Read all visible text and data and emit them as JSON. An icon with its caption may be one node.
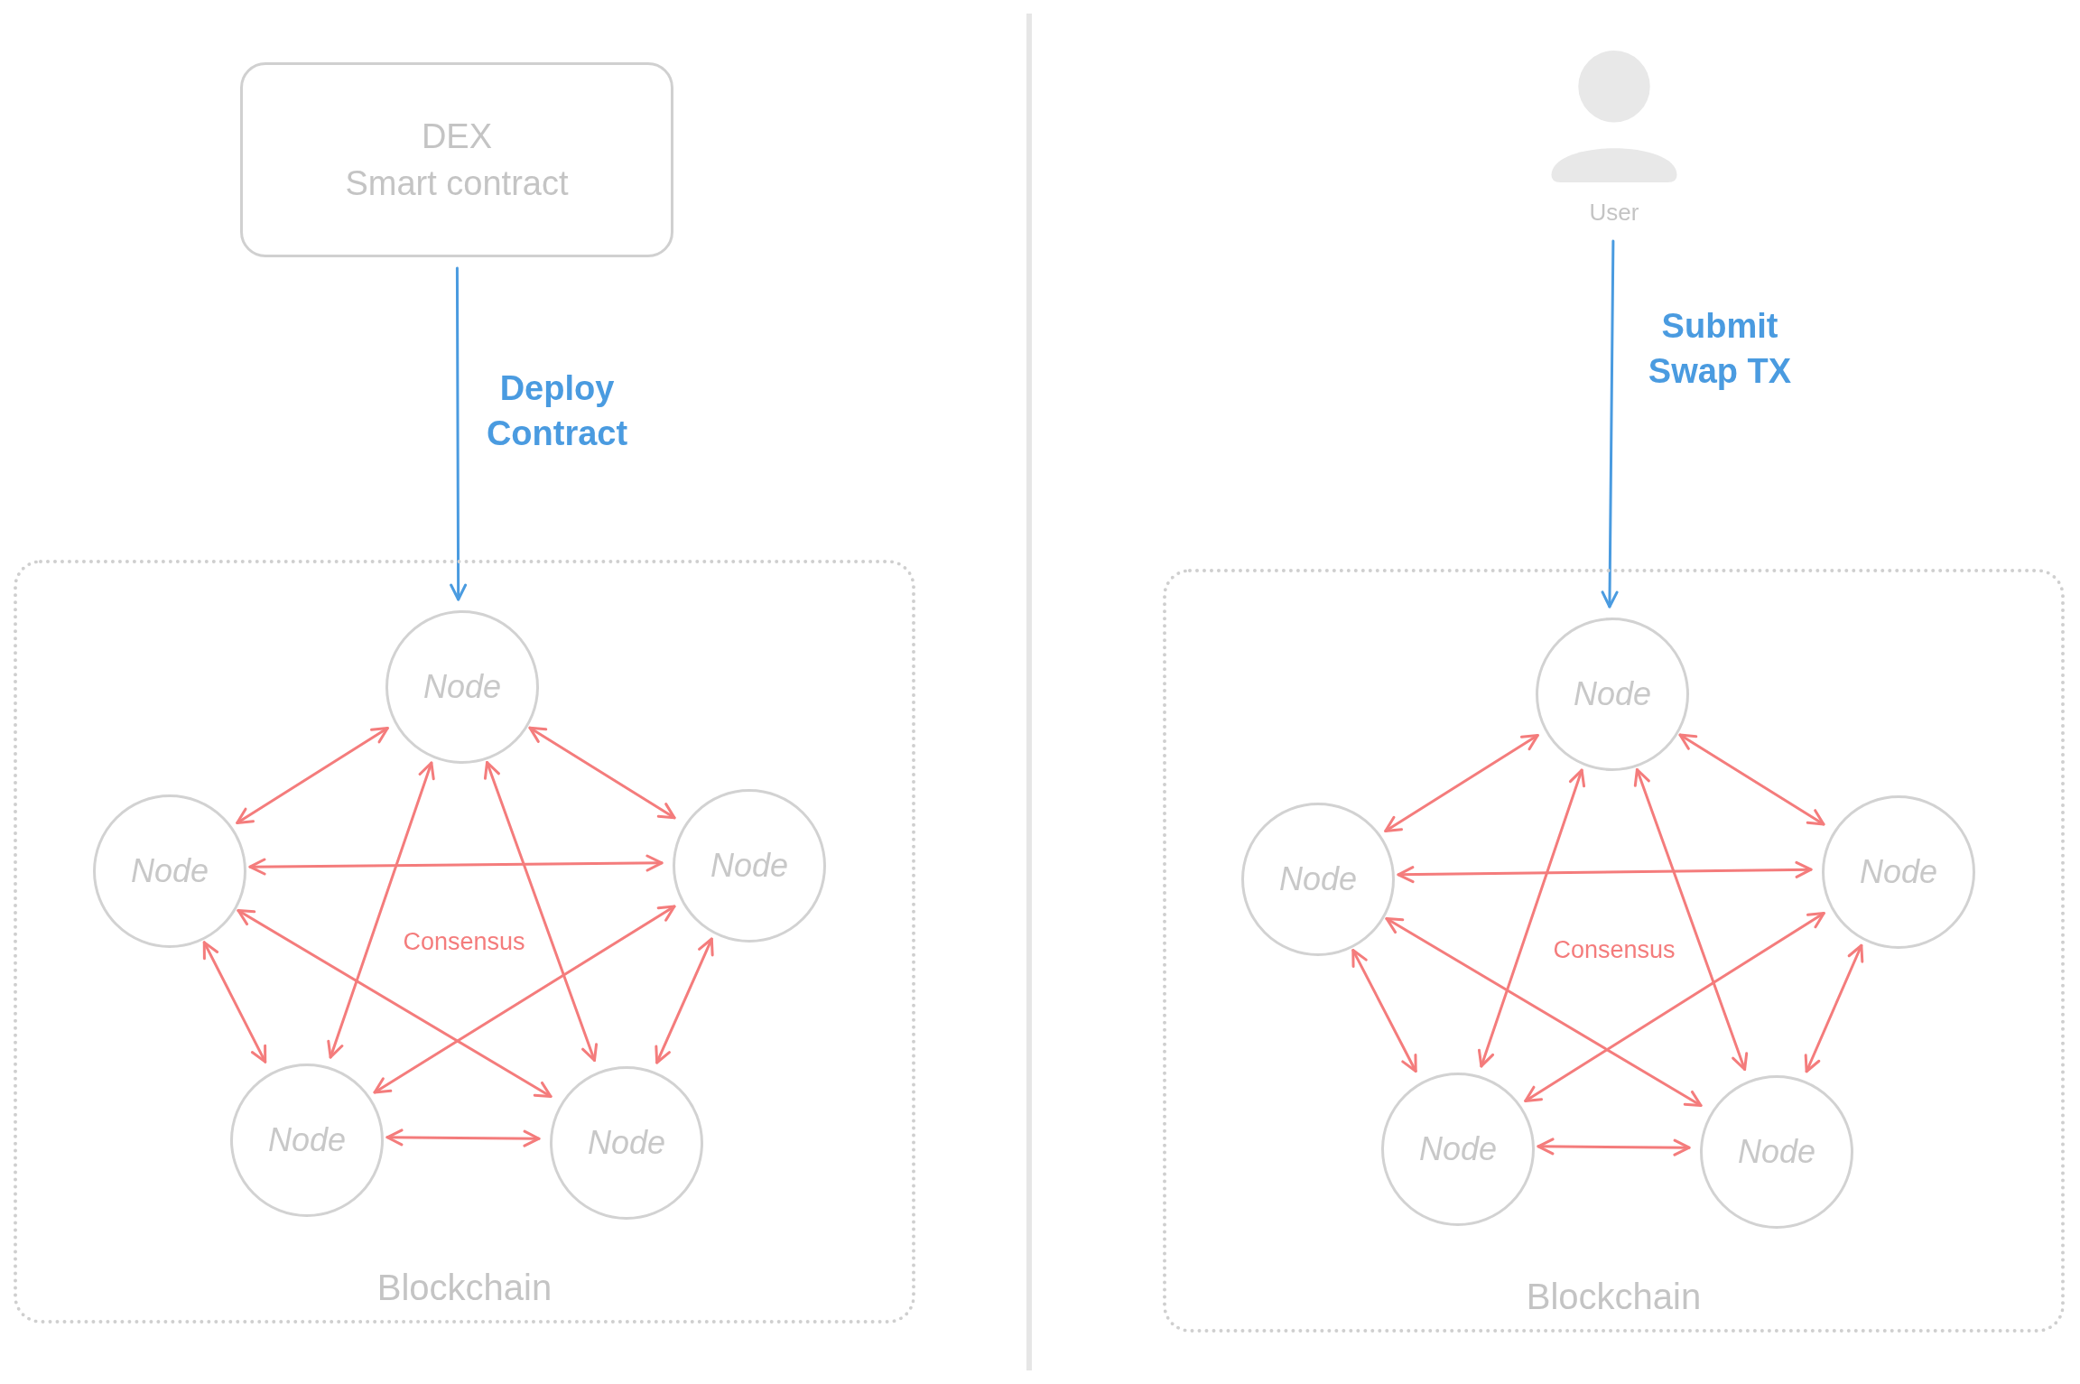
{
  "diagram": {
    "nodes": [
      {
        "text": [
          "DEX",
          "Smart contract"
        ]
      },
      {
        "text": [
          "Blockchain"
        ]
      },
      {
        "text": [
          "Node"
        ],
        "in": 1
      },
      {
        "text": [
          "Node"
        ],
        "in": 1
      },
      {
        "text": [
          "Node"
        ],
        "in": 1
      },
      {
        "text": [
          "Node"
        ],
        "in": 1
      },
      {
        "text": [
          "Node"
        ],
        "in": 1
      },
      {
        "text": [
          "User"
        ]
      },
      {
        "text": [
          "Blockchain"
        ]
      },
      {
        "text": [
          "Node"
        ],
        "in": 8
      },
      {
        "text": [
          "Node"
        ],
        "in": 8
      },
      {
        "text": [
          "Node"
        ],
        "in": 8
      },
      {
        "text": [
          "Node"
        ],
        "in": 8
      },
      {
        "text": [
          "Node"
        ],
        "in": 8
      }
    ],
    "edges": [
      {
        "from": 0,
        "to": 2,
        "arrow": "to",
        "label": "Deploy Contract",
        "color": "#4a9be0"
      },
      {
        "from": 2,
        "to": 3,
        "arrow": "both"
      },
      {
        "from": 2,
        "to": 4,
        "arrow": "both"
      },
      {
        "from": 2,
        "to": 5,
        "arrow": "both"
      },
      {
        "from": 2,
        "to": 6,
        "arrow": "both"
      },
      {
        "from": 3,
        "to": 4,
        "arrow": "both"
      },
      {
        "from": 3,
        "to": 5,
        "arrow": "both"
      },
      {
        "from": 3,
        "to": 6,
        "arrow": "both"
      },
      {
        "from": 4,
        "to": 5,
        "arrow": "both"
      },
      {
        "from": 4,
        "to": 6,
        "arrow": "both"
      },
      {
        "from": 5,
        "to": 6,
        "arrow": "both"
      },
      {
        "from": 7,
        "to": 9,
        "arrow": "to",
        "label": "Submit Swap TX",
        "color": "#4a9be0"
      },
      {
        "from": 9,
        "to": 10,
        "arrow": "both"
      },
      {
        "from": 9,
        "to": 11,
        "arrow": "both"
      },
      {
        "from": 9,
        "to": 12,
        "arrow": "both"
      },
      {
        "from": 9,
        "to": 13,
        "arrow": "both"
      },
      {
        "from": 10,
        "to": 11,
        "arrow": "both"
      },
      {
        "from": 10,
        "to": 12,
        "arrow": "both"
      },
      {
        "from": 10,
        "to": 13,
        "arrow": "both"
      },
      {
        "from": 11,
        "to": 12,
        "arrow": "both"
      },
      {
        "from": 11,
        "to": 13,
        "arrow": "both"
      },
      {
        "from": 12,
        "to": 13,
        "arrow": "both"
      }
    ],
    "labels": [
      "Consensus",
      "Consensus"
    ]
  }
}
